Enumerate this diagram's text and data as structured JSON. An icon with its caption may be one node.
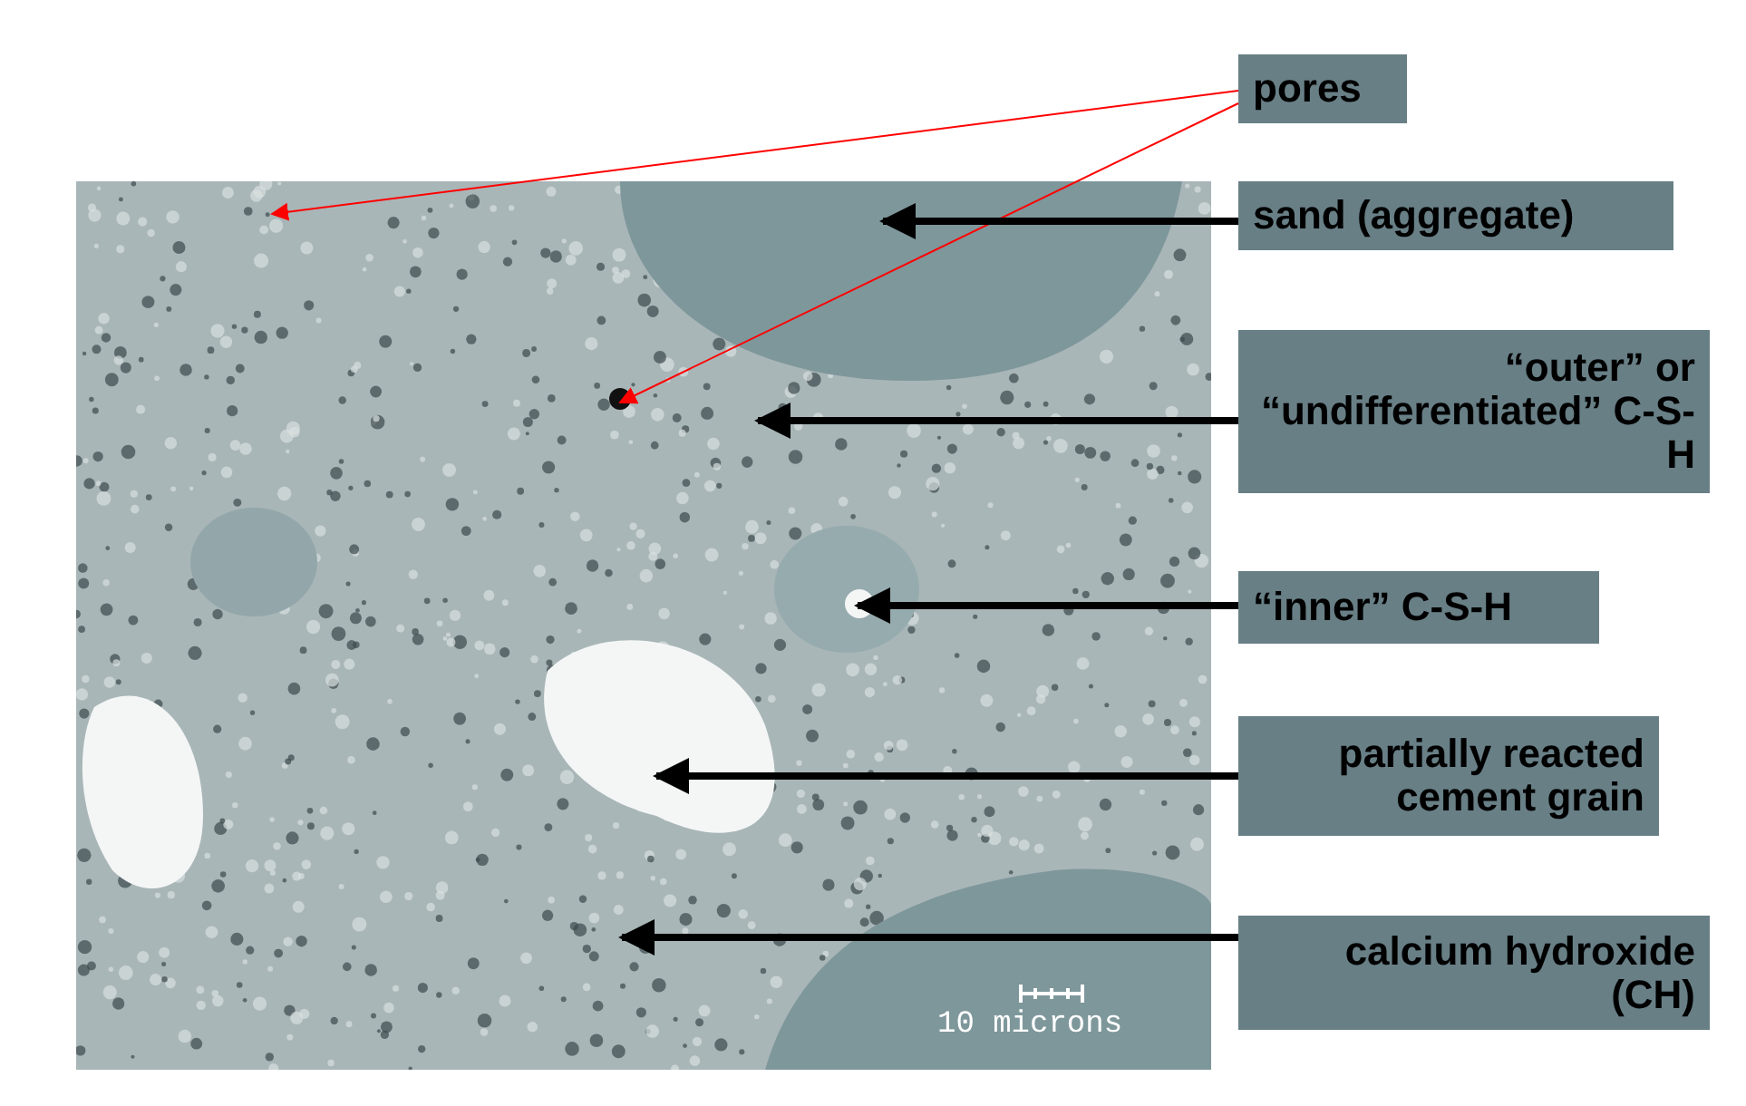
{
  "diagram": {
    "nodes": [
      {
        "text": [],
        "shape": "picture"
      },
      {
        "text": [
          "pores"
        ]
      },
      {
        "text": [
          "sand (aggregate)"
        ]
      },
      {
        "text": [
          "“outer” or “undifferentiated” C-S-H"
        ]
      },
      {
        "text": [
          "“inner” C-S-H"
        ]
      },
      {
        "text": [
          "partially reacted cement grain"
        ]
      },
      {
        "text": [
          "calcium hydroxide (CH)"
        ]
      }
    ],
    "edges": [
      {
        "from": 1,
        "to": 0,
        "arrow": "to",
        "color": "#ff0000"
      },
      {
        "from": 1,
        "to": 0,
        "arrow": "to",
        "color": "#ff0000"
      },
      {
        "from": 2,
        "to": 0,
        "arrow": "to"
      },
      {
        "from": 3,
        "to": 0,
        "arrow": "to"
      },
      {
        "from": 4,
        "to": 0,
        "arrow": "to"
      },
      {
        "from": 5,
        "to": 0,
        "arrow": "to"
      },
      {
        "from": 6,
        "to": 0,
        "arrow": "to"
      }
    ],
    "labels": [
      "10 microns"
    ]
  }
}
